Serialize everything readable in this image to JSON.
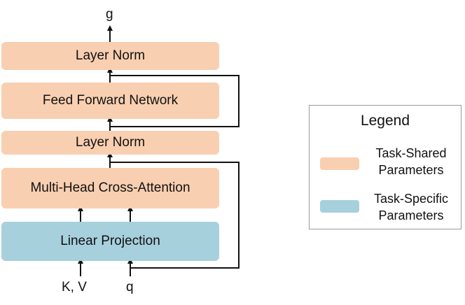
{
  "colors": {
    "task_shared": "#f9cfb1",
    "task_specific": "#a7d0dd",
    "line": "#111111"
  },
  "blocks": {
    "layer_norm_top": "Layer Norm",
    "feed_forward": "Feed Forward Network",
    "layer_norm_mid": "Layer Norm",
    "cross_attention": "Multi-Head Cross-Attention",
    "linear_projection": "Linear Projection"
  },
  "labels": {
    "output": "g",
    "input_kv": "K, V",
    "input_q": "q"
  },
  "legend": {
    "title": "Legend",
    "items": [
      {
        "label": "Task-Shared\nParameters",
        "color": "#f9cfb1"
      },
      {
        "label": "Task-Specific\nParameters",
        "color": "#a7d0dd"
      }
    ]
  }
}
